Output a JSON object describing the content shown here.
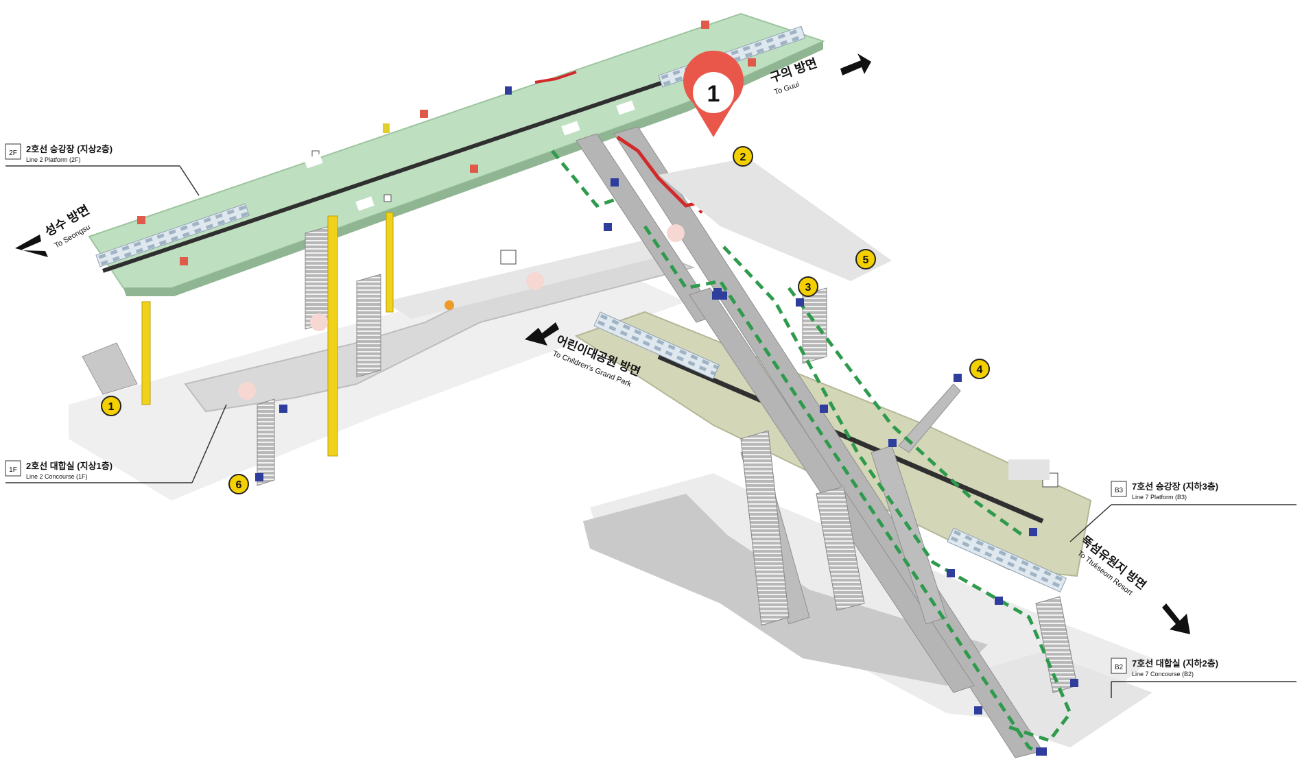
{
  "colors": {
    "line2_platform": "#bfe0c0",
    "line7_platform": "#d4d6b8",
    "concourse": "#dcdcdc",
    "stairs": "#a9a9a9",
    "transfer_path": "#2e9a4c",
    "pin": "#e8574a",
    "elevator": "#f1d21a",
    "exit_badge": "#f4d000"
  },
  "pin": {
    "number": "1"
  },
  "directions": {
    "top_right": {
      "ko": "구의 방면",
      "en": "To Guui",
      "line": "구의 방면"
    },
    "left": {
      "ko": "성수 방면",
      "en": "To Seongsu",
      "line": "성수 방면"
    },
    "middle": {
      "ko": "어린이대공원 방면",
      "en": "To Children's Grand Park",
      "line": "어린이대공원 방면"
    },
    "bottom_right": {
      "ko": "뚝섬유원지 방면",
      "en": "To Ttukseom Resort",
      "line": "뚝섬유원지 방면"
    }
  },
  "levels": [
    {
      "badge": "2F",
      "ko": "2호선 승강장 (지상2층)",
      "en": "Line 2 Platform (2F)"
    },
    {
      "badge": "1F",
      "ko": "2호선 대합실 (지상1층)",
      "en": "Line 2 Concourse (1F)"
    },
    {
      "badge": "B3",
      "ko": "7호선 승강장 (지하3층)",
      "en": "Line 7 Platform (B3)"
    },
    {
      "badge": "B2",
      "ko": "7호선 대합실 (지하2층)",
      "en": "Line 7 Concourse (B2)"
    }
  ],
  "exits": [
    "1",
    "2",
    "3",
    "4",
    "5",
    "6"
  ],
  "icons": [
    "map-pin-icon",
    "arrow-icon",
    "elevator-icon",
    "escalator-icon",
    "restroom-icon",
    "exit-badge-icon"
  ]
}
